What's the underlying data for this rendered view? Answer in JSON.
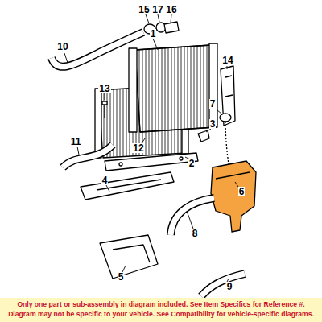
{
  "diagram": {
    "labels": [
      "1",
      "2",
      "3",
      "4",
      "5",
      "6",
      "7",
      "8",
      "9",
      "10",
      "11",
      "12",
      "13",
      "14",
      "15",
      "16",
      "17",
      "Only one part or sub-assembly in diagram included. See Item Specifics for Reference #. Diagram may not be specific to your vehicle. See Compatibility for vehicle-specific diagrams."
    ]
  }
}
